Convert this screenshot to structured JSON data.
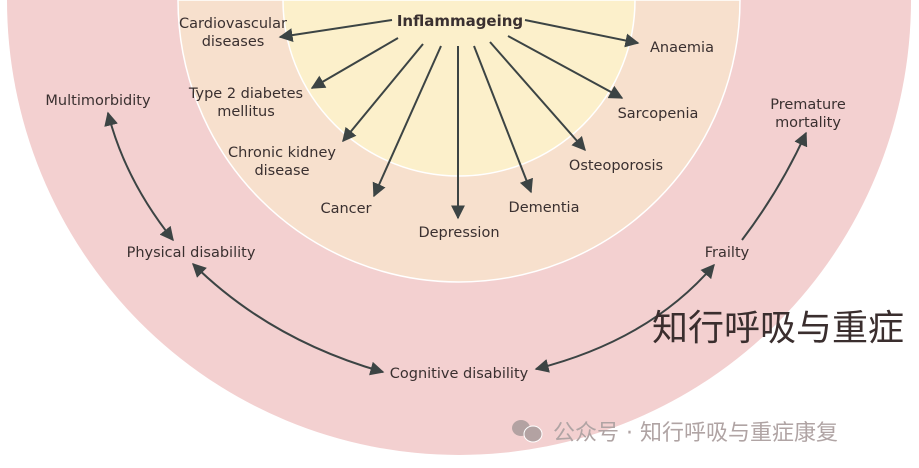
{
  "diagram": {
    "center": "Inflammageing",
    "inner_conditions": [
      [
        "Cardiovascular",
        "diseases"
      ],
      [
        "Type 2 diabetes",
        "mellitus"
      ],
      [
        "Chronic kidney",
        "disease"
      ],
      [
        "Cancer"
      ],
      [
        "Depression"
      ],
      [
        "Dementia"
      ],
      [
        "Osteoporosis"
      ],
      [
        "Sarcopenia"
      ],
      [
        "Anaemia"
      ]
    ],
    "outer_outcomes": {
      "multimorbidity": "Multimorbidity",
      "physical_disability": "Physical disability",
      "cognitive_disability": "Cognitive disability",
      "frailty": "Frailty",
      "premature_mortality": [
        "Premature",
        "mortality"
      ]
    },
    "colors": {
      "outer": "#f3d0d0",
      "middle": "#f7e0cd",
      "inner": "#fcf0cb",
      "arrow": "#3c4444"
    }
  },
  "watermark": {
    "title": "知行呼吸与重症",
    "footer": "公众号 · 知行呼吸与重症康复"
  }
}
